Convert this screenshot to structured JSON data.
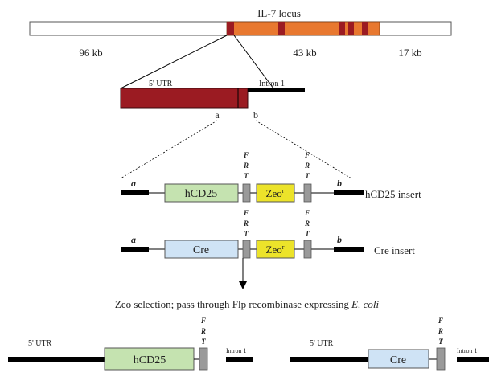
{
  "title": "IL-7 locus",
  "sizes": {
    "left": "96 kb",
    "middle": "43 kb",
    "right": "17 kb"
  },
  "zoom": {
    "utr": "5' UTR",
    "intron": "Intron 1",
    "site_a": "a",
    "site_b": "b"
  },
  "frt": {
    "f": "F",
    "r": "R",
    "t": "T"
  },
  "inserts": [
    {
      "left_end": "a",
      "gene": "hCD25",
      "zeo": "Zeo",
      "zeo_sup": "r",
      "right_end": "b",
      "caption": "hCD25 insert"
    },
    {
      "left_end": "a",
      "gene": "Cre",
      "zeo": "Zeo",
      "zeo_sup": "r",
      "right_end": "b",
      "caption": "Cre insert"
    }
  ],
  "selection": {
    "text": "Zeo selection; pass through Flp recombinase expressing ",
    "organism": "E. coli"
  },
  "products": [
    {
      "utr": "5' UTR",
      "gene": "hCD25",
      "intron": "Intron 1"
    },
    {
      "utr": "5' UTR",
      "gene": "Cre",
      "intron": "Intron 1"
    }
  ],
  "colors": {
    "locus_fill": "#ffffff",
    "exon_orange": "#e8782f",
    "exon_red": "#9b1b22",
    "hcd25_green": "#c5e3b0",
    "cre_blue": "#cfe3f5",
    "zeo_yellow": "#ece32a",
    "frt_gray": "#9a9a9a",
    "line": "#000000"
  }
}
